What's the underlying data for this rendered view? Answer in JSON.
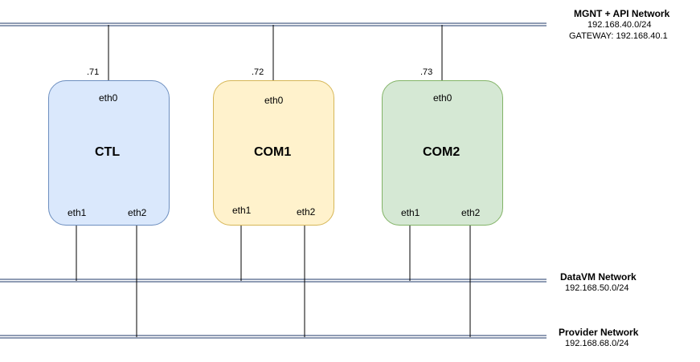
{
  "networks": {
    "mgmt": {
      "title": "MGNT + API Network",
      "subnet": "192.168.40.0/24",
      "gateway": "GATEWAY: 192.168.40.1"
    },
    "datavm": {
      "title": "DataVM Network",
      "subnet": "192.168.50.0/24"
    },
    "provider": {
      "title": "Provider Network",
      "subnet": "192.168.68.0/24"
    }
  },
  "nodes": [
    {
      "name": "CTL",
      "ip": ".71",
      "eth0": "eth0",
      "eth1": "eth1",
      "eth2": "eth2",
      "fill": "#dae8fc",
      "stroke": "#6c8ebf"
    },
    {
      "name": "COM1",
      "ip": ".72",
      "eth0": "eth0",
      "eth1": "eth1",
      "eth2": "eth2",
      "fill": "#fff2cc",
      "stroke": "#d6b656"
    },
    {
      "name": "COM2",
      "ip": ".73",
      "eth0": "eth0",
      "eth1": "eth1",
      "eth2": "eth2",
      "fill": "#d5e8d4",
      "stroke": "#82b366"
    }
  ],
  "colors": {
    "bus": "#1f3a68",
    "link": "#000000"
  }
}
